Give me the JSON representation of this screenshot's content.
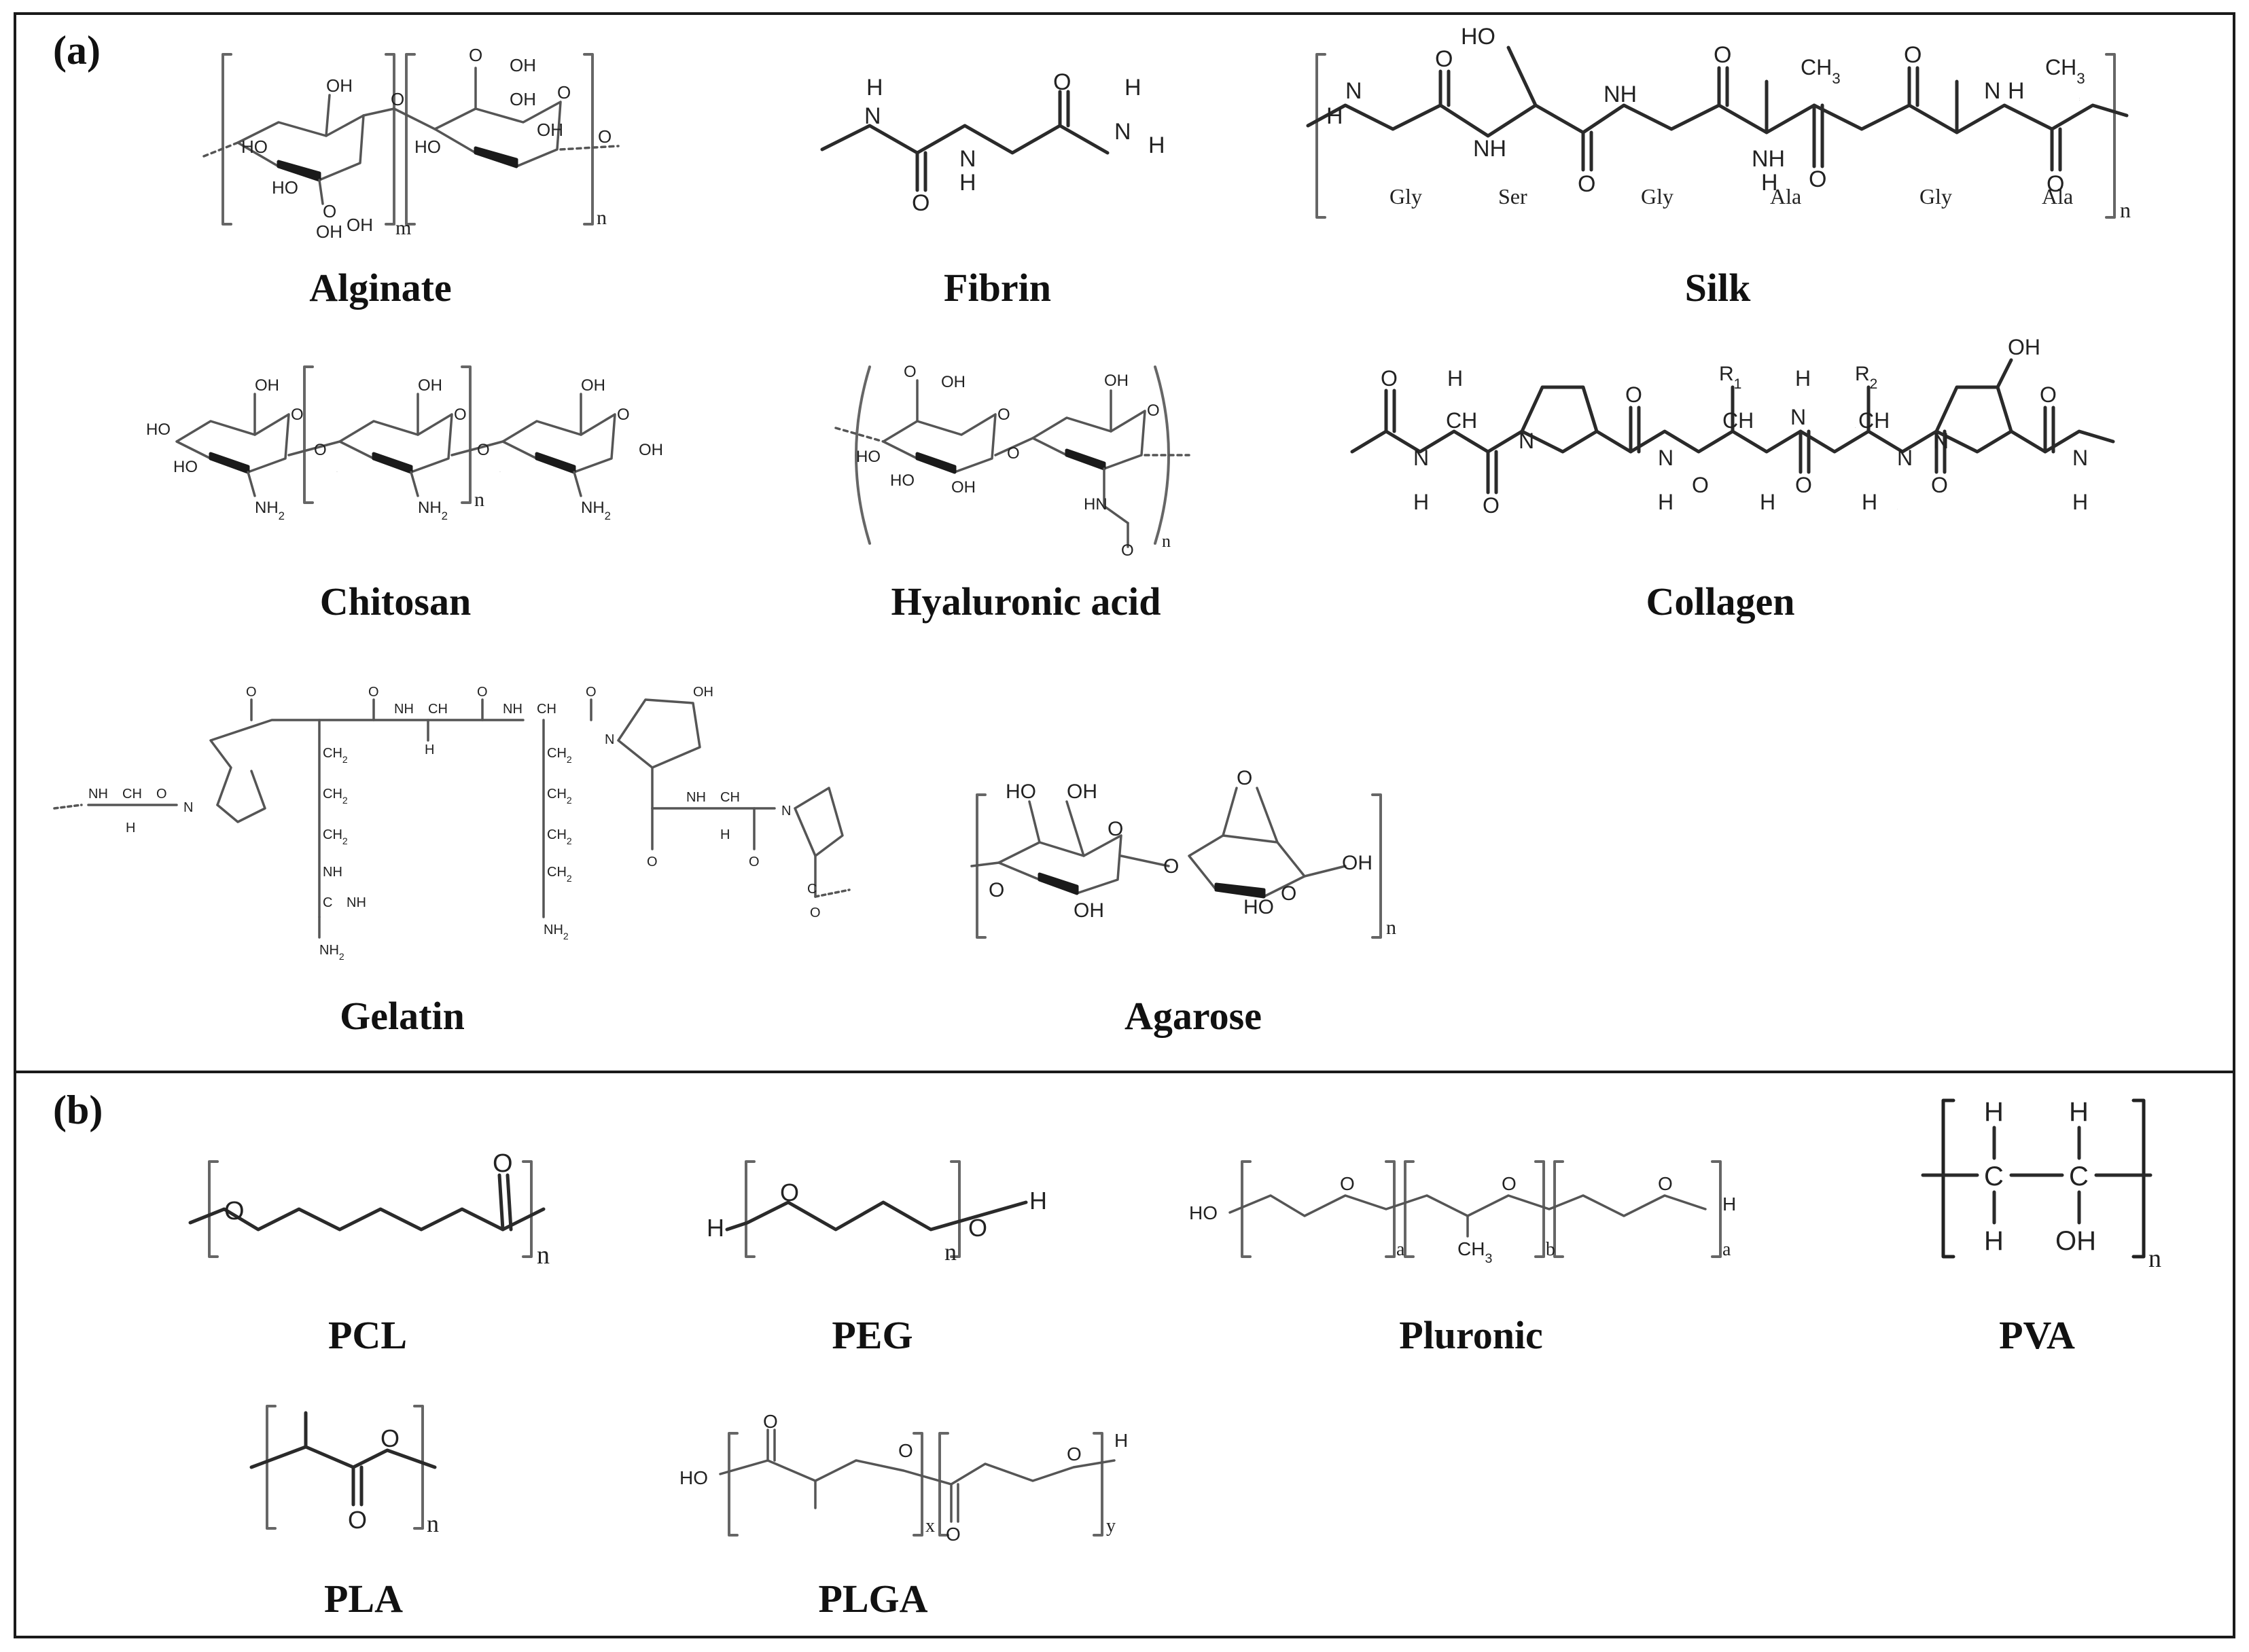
{
  "panels": {
    "a": {
      "label": "(a)"
    },
    "b": {
      "label": "(b)"
    }
  },
  "structures": {
    "alginate": {
      "name": "Alginate",
      "atoms": [
        "OH",
        "OH",
        "HO",
        "HO",
        "O",
        "OH",
        "O",
        "OH",
        "HO",
        "OH",
        "O",
        "O",
        "O",
        "OH"
      ],
      "subscripts": [
        "m",
        "n"
      ]
    },
    "fibrin": {
      "name": "Fibrin",
      "atoms": [
        "H",
        "N",
        "O",
        "N",
        "H",
        "H",
        "N",
        "H",
        "O"
      ]
    },
    "silk": {
      "name": "Silk",
      "atoms": [
        "HO",
        "O",
        "NH",
        "O",
        "NH",
        "O",
        "NH",
        "O",
        "H",
        "O",
        "N",
        "H",
        "O",
        "N",
        "H",
        "N",
        "O",
        "CH3",
        "CH3"
      ],
      "residues": [
        "Gly",
        "Ser",
        "Gly",
        "Ala",
        "Gly",
        "Ala"
      ],
      "subscript": "n"
    },
    "chitosan": {
      "name": "Chitosan",
      "atoms": [
        "OH",
        "HO",
        "HO",
        "NH2",
        "O",
        "OH",
        "O",
        "HO",
        "NH2",
        "O",
        "OH",
        "O",
        "HO",
        "NH2",
        "OH",
        "O"
      ],
      "subscript": "n"
    },
    "hyaluronic_acid": {
      "name": "Hyaluronic acid",
      "atoms": [
        "O",
        "OH",
        "HO",
        "HO",
        "OH",
        "O",
        "OH",
        "O",
        "O",
        "HN",
        "O"
      ],
      "subscript": "n"
    },
    "collagen": {
      "name": "Collagen",
      "atoms": [
        "O",
        "H",
        "N",
        "H",
        "CH",
        "O",
        "N",
        "O",
        "R1",
        "N",
        "H",
        "CH",
        "O",
        "H",
        "N",
        "H",
        "CH",
        "H",
        "O",
        "R2",
        "N",
        "H",
        "CH",
        "O",
        "N",
        "OH",
        "O",
        "N",
        "H"
      ]
    },
    "gelatin": {
      "name": "Gelatin",
      "atoms": [
        "O",
        "NH",
        "CH",
        "O",
        "N",
        "H",
        "CH2",
        "CH2",
        "CH2",
        "NH",
        "C",
        "NH",
        "NH2",
        "O",
        "NH",
        "CH",
        "H",
        "O",
        "NH",
        "CH",
        "CH2",
        "CH2",
        "CH2",
        "CH2",
        "NH2",
        "O",
        "N",
        "OH",
        "O",
        "NH",
        "CH",
        "H",
        "O",
        "N",
        "C",
        "O"
      ]
    },
    "agarose": {
      "name": "Agarose",
      "atoms": [
        "HO",
        "OH",
        "O",
        "O",
        "OH",
        "O",
        "O",
        "HO",
        "O",
        "OH"
      ],
      "subscript": "n"
    },
    "pcl": {
      "name": "PCL",
      "atoms": [
        "O",
        "O"
      ],
      "subscript": "n"
    },
    "peg": {
      "name": "PEG",
      "atoms": [
        "H",
        "O",
        "O",
        "H"
      ],
      "subscript": "n"
    },
    "pluronic": {
      "name": "Pluronic",
      "atoms": [
        "HO",
        "O",
        "O",
        "CH3",
        "O",
        "H"
      ],
      "subscripts": [
        "a",
        "b",
        "a"
      ]
    },
    "pva": {
      "name": "PVA",
      "atoms": [
        "H",
        "C",
        "H",
        "H",
        "C",
        "OH"
      ],
      "subscript": "n"
    },
    "pla": {
      "name": "PLA",
      "atoms": [
        "O",
        "O"
      ],
      "subscript": "n"
    },
    "plga": {
      "name": "PLGA",
      "atoms": [
        "HO",
        "O",
        "O",
        "O",
        "O",
        "H"
      ],
      "subscripts": [
        "x",
        "y"
      ]
    }
  }
}
